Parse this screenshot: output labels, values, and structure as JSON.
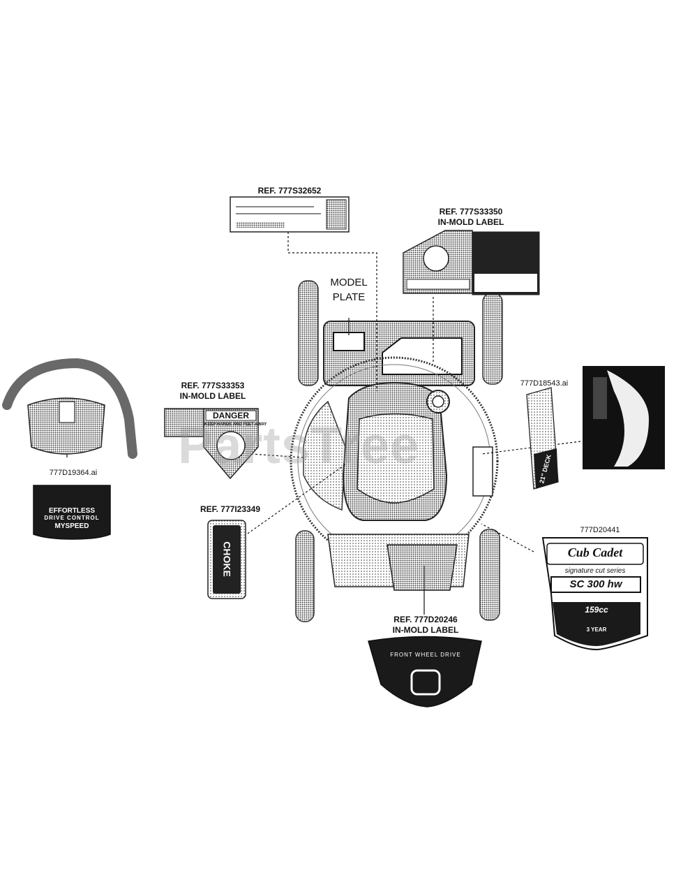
{
  "callouts": {
    "ref_top": "REF. 777S32652",
    "ref_danger_top": "REF. 777S33350",
    "ref_danger_top_sub": "IN-MOLD LABEL",
    "model_plate_1": "MODEL",
    "model_plate_2": "PLATE",
    "ref_left_danger": "REF. 777S33353",
    "ref_left_danger_sub": "IN-MOLD LABEL",
    "ref_choke": "REF. 777I23349",
    "ref_front": "REF. 777D20246",
    "ref_front_sub": "IN-MOLD LABEL",
    "file_handle": "777D19364.ai",
    "file_deck": "777D18543.ai",
    "file_badge": "777D20441"
  },
  "labels": {
    "danger_word": "DANGER",
    "danger_sub": "KEEP HANDS AND FEET AWAY",
    "choke": "CHOKE",
    "drive_1": "EFFORTLESS",
    "drive_2": "DRIVE CONTROL",
    "drive_3": "MYSPEED",
    "front_wheel": "FRONT WHEEL DRIVE",
    "deck": "21\" DECK",
    "brand": "Cub Cadet",
    "series": "signature cut series",
    "model": "SC 300 hw",
    "engine": "159cc",
    "warranty": "3 YEAR"
  },
  "watermark": {
    "text": "PartsTree",
    "tm": "™"
  },
  "colors": {
    "ink": "#111111",
    "screen": "#8a8a8a",
    "watermark": "#969696"
  }
}
